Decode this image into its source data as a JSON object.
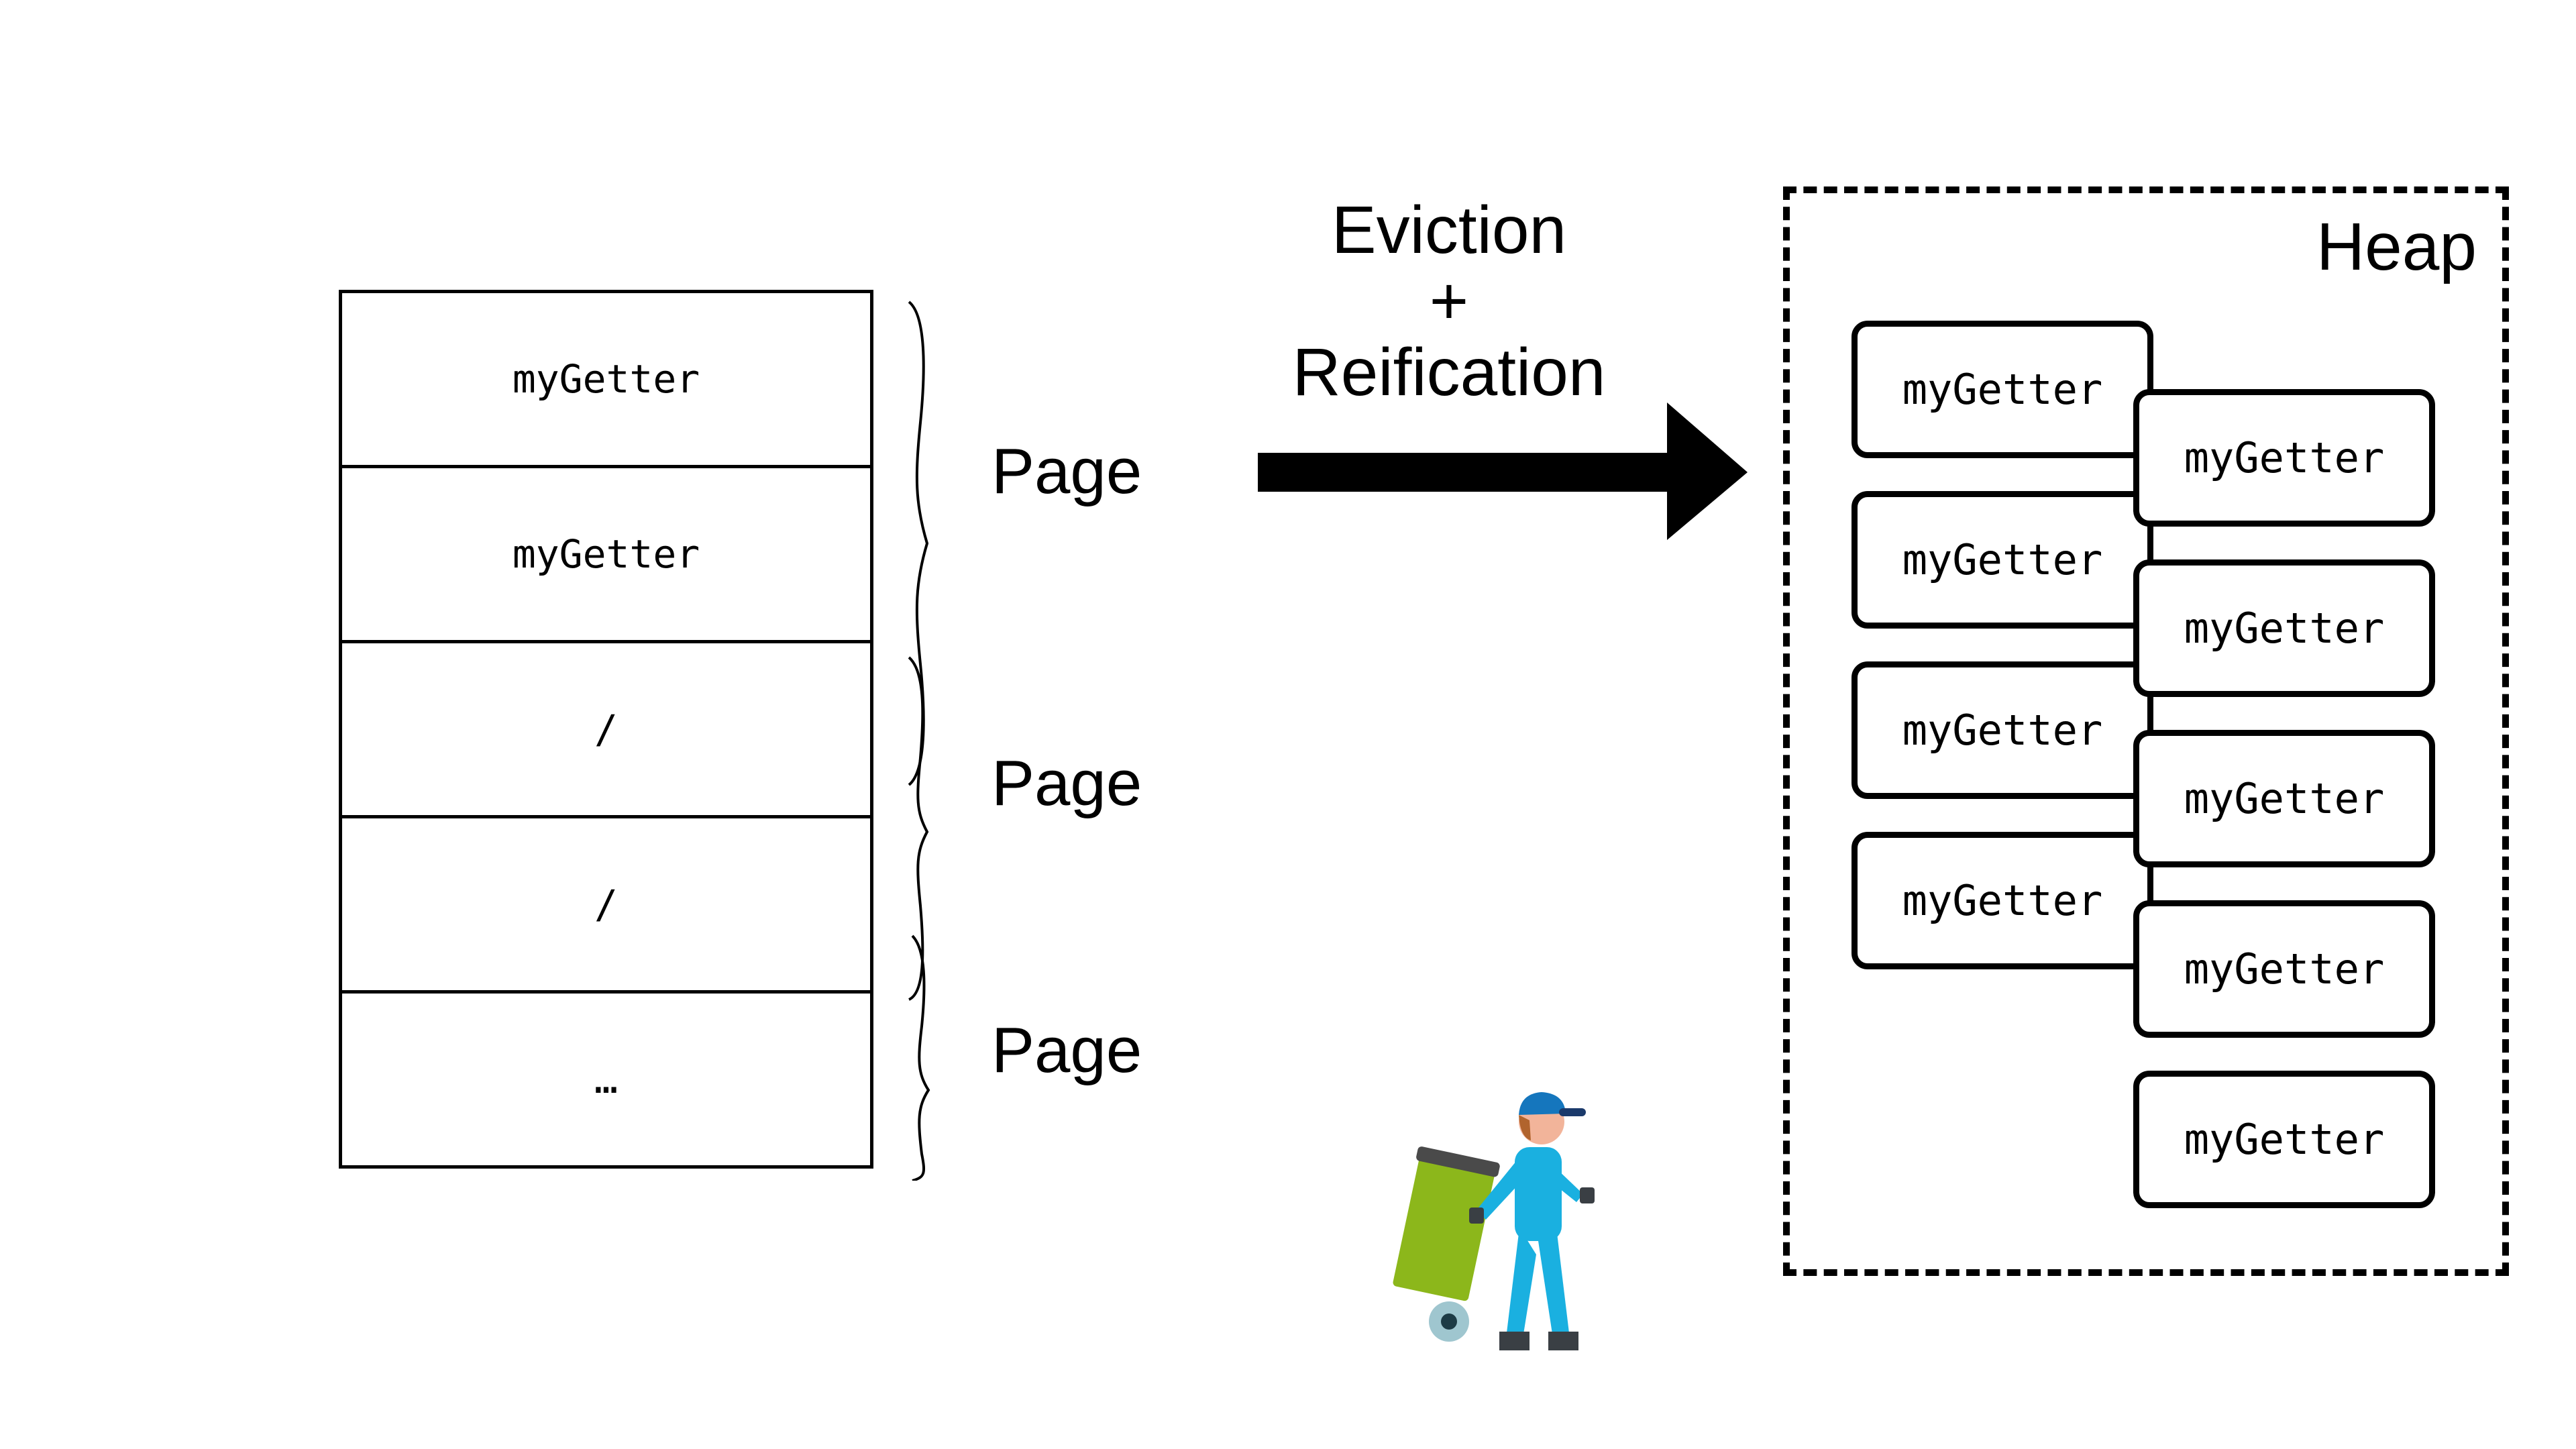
{
  "memory_table": {
    "cells": [
      "myGetter",
      "myGetter",
      "/",
      "/",
      "…"
    ]
  },
  "pages": [
    {
      "label": "Page"
    },
    {
      "label": "Page"
    },
    {
      "label": "Page"
    }
  ],
  "arrow": {
    "line1": "Eviction",
    "line2": "+",
    "line3": "Reification"
  },
  "heap": {
    "label": "Heap",
    "left_column": [
      "myGetter",
      "myGetter",
      "myGetter",
      "myGetter"
    ],
    "right_column": [
      "myGetter",
      "myGetter",
      "myGetter",
      "myGetter",
      "myGetter"
    ]
  },
  "worker": {
    "icon": "garbage-collector-worker-icon"
  },
  "colors": {
    "bin": "#8cb71b",
    "uniform": "#1ab0e0",
    "cap": "#1576bd"
  }
}
